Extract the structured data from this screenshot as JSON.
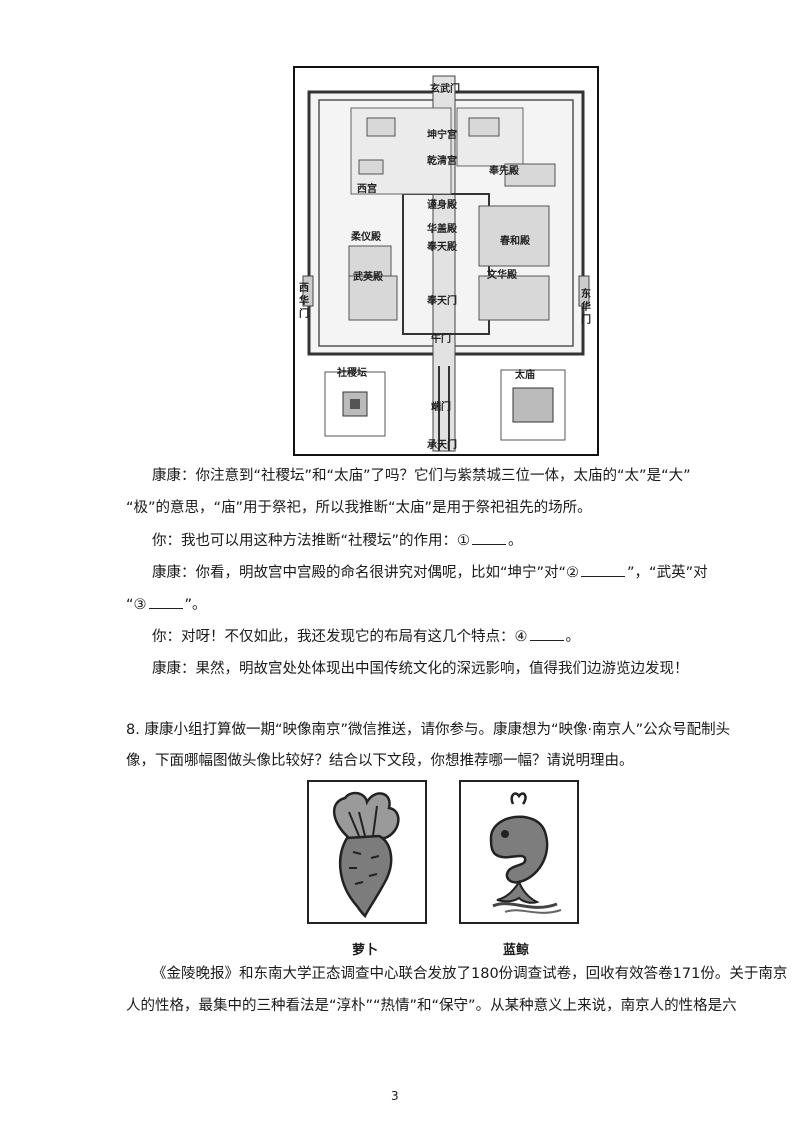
{
  "map": {
    "labels": {
      "xuanwu": "玄武门",
      "kunning": "坤宁宫",
      "qianqing": "乾清宫",
      "fengxian": "奉先殿",
      "xigong": "西宫",
      "jinshen": "谨身殿",
      "huagai": "华盖殿",
      "fengtian_dian": "奉天殿",
      "chunhe": "春和殿",
      "rouyi": "柔仪殿",
      "wuying": "武英殿",
      "wenhua": "文华殿",
      "fengtian_men": "奉天门",
      "wumen": "午门",
      "xihua": "西华门",
      "donghua": "东华门",
      "sheji": "社稷坛",
      "taimiao": "太庙",
      "duanmen": "端门",
      "chengtian": "承天门"
    }
  },
  "dialogue": {
    "line1a": "康康：你注意到“社稷坛”和“太庙”了吗？它们与紫禁城三位一体，太庙的“太”是“大”",
    "line1b": "“极”的意思，“庙”用于祭祀，所以我推断“太庙”是用于祭祀祖先的场所。",
    "line2_pre": "你：我也可以用这种方法推断“社稷坛”的作用：①",
    "line2_post": "。",
    "line3_pre": "康康：你看，明故宫中宫殿的命名很讲究对偶呢，比如“坤宁”对“②",
    "line3_post": "”，“武英”对",
    "line3b_pre": "“③",
    "line3b_post": "”。",
    "line4_pre": "你：对呀！不仅如此，我还发现它的布局有这几个特点：④",
    "line4_post": "。",
    "line5": "康康：果然，明故宫处处体现出中国传统文化的深远影响，值得我们边游览边发现！"
  },
  "question8": {
    "line1": "8. 康康小组打算做一期“映像南京”微信推送，请你参与。康康想为“映像·南京人”公众号配制头",
    "line2": "像，下面哪幅图做头像比较好？结合以下文段，你想推荐哪一幅？请说明理由。",
    "caption_left": "萝卜",
    "caption_right": "蓝鲸",
    "para1": "《金陵晚报》和东南大学正态调查中心联合发放了180份调查试卷，回收有效答卷171份。关于南京",
    "para2": "人的性格，最集中的三种看法是“淳朴”“热情”和“保守”。从某种意义上来说，南京人的性格是六"
  },
  "page_number": "3"
}
